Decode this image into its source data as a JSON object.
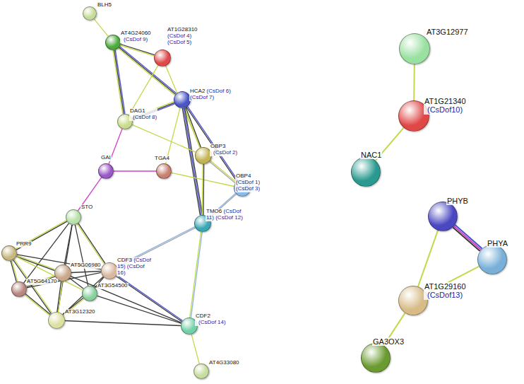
{
  "diagram": {
    "nodes": [
      {
        "text": [
          "BLH5"
        ]
      },
      {
        "text": [
          "AT4G24060",
          "(CsDof 9)"
        ]
      },
      {
        "text": [
          "AT1G28310",
          "(CsDof 4) (CsDof 5)"
        ]
      },
      {
        "text": [
          "HCA2",
          "(CsDof 6) (CsDof 7)"
        ]
      },
      {
        "text": [
          "DAG1",
          "(CsDof 8)"
        ]
      },
      {
        "text": [
          "OBP3",
          "(CsDof 2)"
        ]
      },
      {
        "text": [
          "TGA4"
        ]
      },
      {
        "text": [
          "GAI"
        ]
      },
      {
        "text": [
          "OBP4",
          "(CsDof 1) (CsDof 3)"
        ]
      },
      {
        "text": [
          "TMO6",
          "(CsDof 11) (CsDof 12)"
        ]
      },
      {
        "text": [
          "STO"
        ]
      },
      {
        "text": [
          "PRR9"
        ]
      },
      {
        "text": [
          "AT5G06980"
        ]
      },
      {
        "text": [
          "CDF3",
          "(CsDof 15) (CsDof 16)"
        ]
      },
      {
        "text": [
          "AT5G64170"
        ]
      },
      {
        "text": [
          "AT3G54500"
        ]
      },
      {
        "text": [
          "AT3G12320"
        ]
      },
      {
        "text": [
          "CDF2",
          "(CsDof 14)"
        ]
      },
      {
        "text": [
          "AT4G33080"
        ]
      },
      {
        "text": [
          "AT3G12977"
        ]
      },
      {
        "text": [
          "AT1G21340",
          "(CsDof10)"
        ]
      },
      {
        "text": [
          "NAC1"
        ]
      },
      {
        "text": [
          "PHYB"
        ]
      },
      {
        "text": [
          "PHYA"
        ]
      },
      {
        "text": [
          "AT1G29160",
          "(CsDof13)"
        ]
      },
      {
        "text": [
          "GA3OX3"
        ]
      }
    ],
    "edges": [
      {
        "from": 0,
        "to": 1,
        "arrow": "none"
      },
      {
        "from": 1,
        "to": 2,
        "arrow": "none"
      },
      {
        "from": 1,
        "to": 3,
        "arrow": "none"
      },
      {
        "from": 1,
        "to": 4,
        "arrow": "none"
      },
      {
        "from": 2,
        "to": 4,
        "arrow": "none"
      },
      {
        "from": 2,
        "to": 5,
        "arrow": "none"
      },
      {
        "from": 4,
        "to": 3,
        "arrow": "none"
      },
      {
        "from": 3,
        "to": 5,
        "arrow": "none"
      },
      {
        "from": 3,
        "to": 9,
        "arrow": "none"
      },
      {
        "from": 3,
        "to": 6,
        "arrow": "none"
      },
      {
        "from": 3,
        "to": 8,
        "arrow": "none"
      },
      {
        "from": 4,
        "to": 7,
        "arrow": "none"
      },
      {
        "from": 4,
        "to": 5,
        "arrow": "none"
      },
      {
        "from": 7,
        "to": 6,
        "arrow": "none"
      },
      {
        "from": 6,
        "to": 8,
        "arrow": "none"
      },
      {
        "from": 5,
        "to": 8,
        "arrow": "none"
      },
      {
        "from": 5,
        "to": 9,
        "arrow": "none"
      },
      {
        "from": 8,
        "to": 9,
        "arrow": "none"
      },
      {
        "from": 7,
        "to": 10,
        "arrow": "none"
      },
      {
        "from": 10,
        "to": 11,
        "arrow": "none"
      },
      {
        "from": 10,
        "to": 12,
        "arrow": "none"
      },
      {
        "from": 10,
        "to": 13,
        "arrow": "none"
      },
      {
        "from": 10,
        "to": 14,
        "arrow": "none"
      },
      {
        "from": 10,
        "to": 16,
        "arrow": "none"
      },
      {
        "from": 10,
        "to": 15,
        "arrow": "none"
      },
      {
        "from": 11,
        "to": 12,
        "arrow": "none"
      },
      {
        "from": 11,
        "to": 14,
        "arrow": "none"
      },
      {
        "from": 11,
        "to": 16,
        "arrow": "none"
      },
      {
        "from": 11,
        "to": 13,
        "arrow": "none"
      },
      {
        "from": 11,
        "to": 15,
        "arrow": "none"
      },
      {
        "from": 12,
        "to": 14,
        "arrow": "none"
      },
      {
        "from": 12,
        "to": 13,
        "arrow": "none"
      },
      {
        "from": 12,
        "to": 16,
        "arrow": "none"
      },
      {
        "from": 12,
        "to": 15,
        "arrow": "none"
      },
      {
        "from": 12,
        "to": 17,
        "arrow": "none"
      },
      {
        "from": 14,
        "to": 16,
        "arrow": "none"
      },
      {
        "from": 14,
        "to": 13,
        "arrow": "none"
      },
      {
        "from": 13,
        "to": 16,
        "arrow": "none"
      },
      {
        "from": 13,
        "to": 15,
        "arrow": "none"
      },
      {
        "from": 13,
        "to": 17,
        "arrow": "none"
      },
      {
        "from": 13,
        "to": 9,
        "arrow": "none"
      },
      {
        "from": 16,
        "to": 17,
        "arrow": "none"
      },
      {
        "from": 15,
        "to": 17,
        "arrow": "none"
      },
      {
        "from": 16,
        "to": 15,
        "arrow": "none"
      },
      {
        "from": 9,
        "to": 17,
        "arrow": "none"
      },
      {
        "from": 17,
        "to": 18,
        "arrow": "none"
      },
      {
        "from": 19,
        "to": 20,
        "arrow": "none"
      },
      {
        "from": 20,
        "to": 21,
        "arrow": "none"
      },
      {
        "from": 22,
        "to": 23,
        "arrow": "none"
      },
      {
        "from": 22,
        "to": 24,
        "arrow": "none"
      },
      {
        "from": 23,
        "to": 24,
        "arrow": "none"
      },
      {
        "from": 24,
        "to": 25,
        "arrow": "none"
      }
    ]
  }
}
